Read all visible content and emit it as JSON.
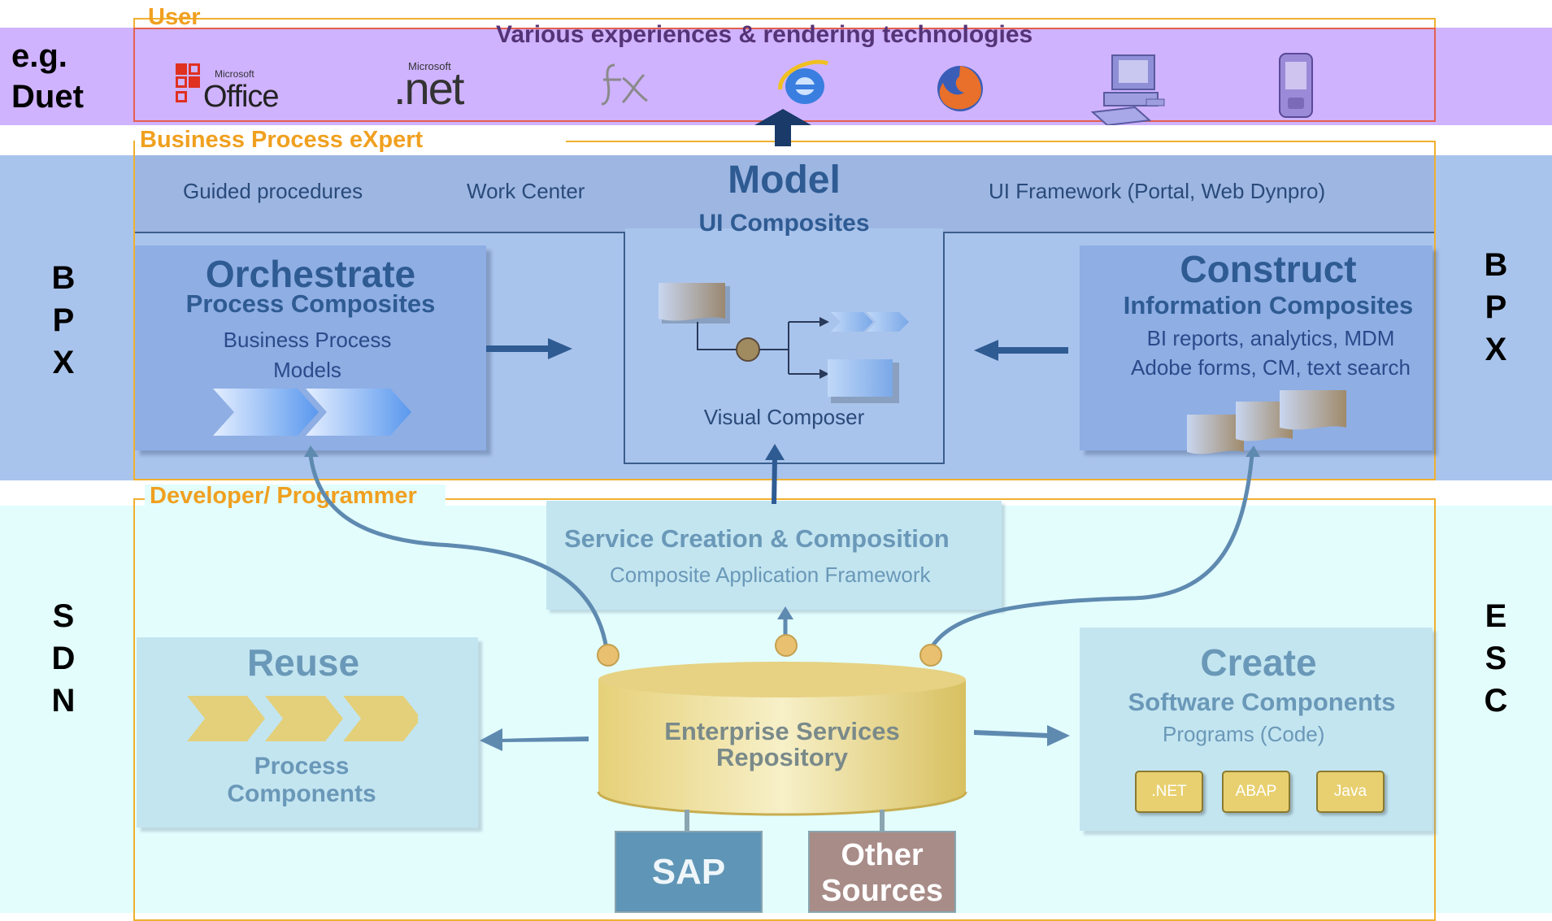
{
  "user": {
    "frame_label": "User",
    "title": "Various experiences & rendering technologies",
    "side_label_line1": "e.g.",
    "side_label_line2": "Duet",
    "icons": {
      "office_small": "Microsoft",
      "office_big": "Office",
      "net_small": "Microsoft",
      "net_big": ".net"
    }
  },
  "bpx": {
    "frame_label": "Business Process eXpert",
    "side_left": [
      "B",
      "P",
      "X"
    ],
    "side_right": [
      "B",
      "P",
      "X"
    ],
    "top_items": {
      "guided": "Guided procedures",
      "work_center": "Work Center",
      "ui_framework": "UI Framework (Portal, Web Dynpro)"
    },
    "model": {
      "title": "Model",
      "subtitle": "UI Composites",
      "caption": "Visual Composer"
    },
    "orchestrate": {
      "title": "Orchestrate",
      "subtitle": "Process Composites",
      "line1": "Business Process",
      "line2": "Models"
    },
    "construct": {
      "title": "Construct",
      "subtitle": "Information Composites",
      "line1": "BI reports, analytics, MDM",
      "line2": "Adobe forms, CM, text search"
    }
  },
  "sdn": {
    "frame_label": "Developer/ Programmer",
    "side_left": [
      "S",
      "D",
      "N"
    ],
    "side_right": [
      "E",
      "S",
      "C"
    ],
    "service": {
      "title": "Service Creation & Composition",
      "subtitle": "Composite Application Framework"
    },
    "reuse": {
      "title": "Reuse",
      "line1": "Process",
      "line2": "Components"
    },
    "repository": {
      "line1": "Enterprise Services",
      "line2": "Repository"
    },
    "create": {
      "title": "Create",
      "subtitle": "Software Components",
      "line1": "Programs (Code)",
      "tags": [
        ".NET",
        "ABAP",
        "Java"
      ]
    },
    "sap": "SAP",
    "other_line1": "Other",
    "other_line2": "Sources"
  }
}
